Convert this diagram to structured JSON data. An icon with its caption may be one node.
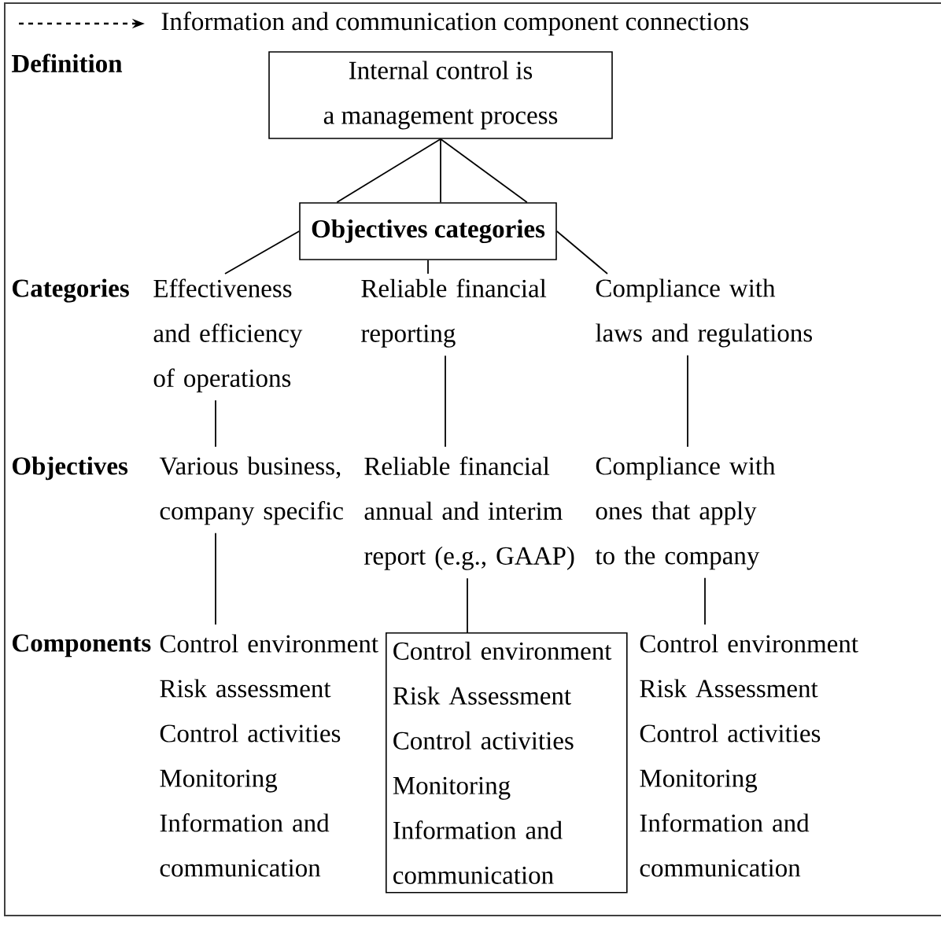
{
  "diagram": {
    "nodes": [
      {
        "text": [
          "Internal control is",
          "a management process"
        ]
      },
      {
        "text": [
          "Objectives categories"
        ]
      },
      {
        "text": [
          "Effectiveness and efficiency of operations"
        ]
      },
      {
        "text": [
          "Reliable financial reporting"
        ]
      },
      {
        "text": [
          "Compliance with laws and regulations"
        ]
      },
      {
        "text": [
          "Various business, company specific"
        ]
      },
      {
        "text": [
          "Reliable financial annual and interim report (e.g., GAAP)"
        ]
      },
      {
        "text": [
          "Compliance with ones that apply to the company"
        ]
      },
      {
        "text": [
          "Control environment",
          "Risk assessment",
          "Control activities",
          "Monitoring",
          "Information and communication"
        ]
      },
      {
        "text": [
          "Control environment",
          "Risk Assessment",
          "Control activities",
          "Monitoring",
          "Information and communication"
        ]
      },
      {
        "text": [
          "Control environment",
          "Risk Assessment",
          "Control activities",
          "Monitoring",
          "Information and communication"
        ]
      }
    ],
    "edges": [
      {
        "from": 0,
        "to": 1,
        "arrow": "none"
      },
      {
        "from": 0,
        "to": 1,
        "arrow": "none"
      },
      {
        "from": 0,
        "to": 1,
        "arrow": "none"
      },
      {
        "from": 1,
        "to": 2,
        "arrow": "none"
      },
      {
        "from": 1,
        "to": 3,
        "arrow": "none"
      },
      {
        "from": 1,
        "to": 4,
        "arrow": "none"
      },
      {
        "from": 2,
        "to": 5,
        "arrow": "none"
      },
      {
        "from": 3,
        "to": 6,
        "arrow": "none"
      },
      {
        "from": 4,
        "to": 7,
        "arrow": "none"
      },
      {
        "from": 5,
        "to": 8,
        "arrow": "none"
      },
      {
        "from": 6,
        "to": 9,
        "arrow": "none"
      },
      {
        "from": 7,
        "to": 10,
        "arrow": "none"
      }
    ],
    "labels": [
      "Definition",
      "Categories",
      "Objectives",
      "Components"
    ],
    "legend": [
      {
        "text": "Information and communication component connections"
      }
    ]
  }
}
